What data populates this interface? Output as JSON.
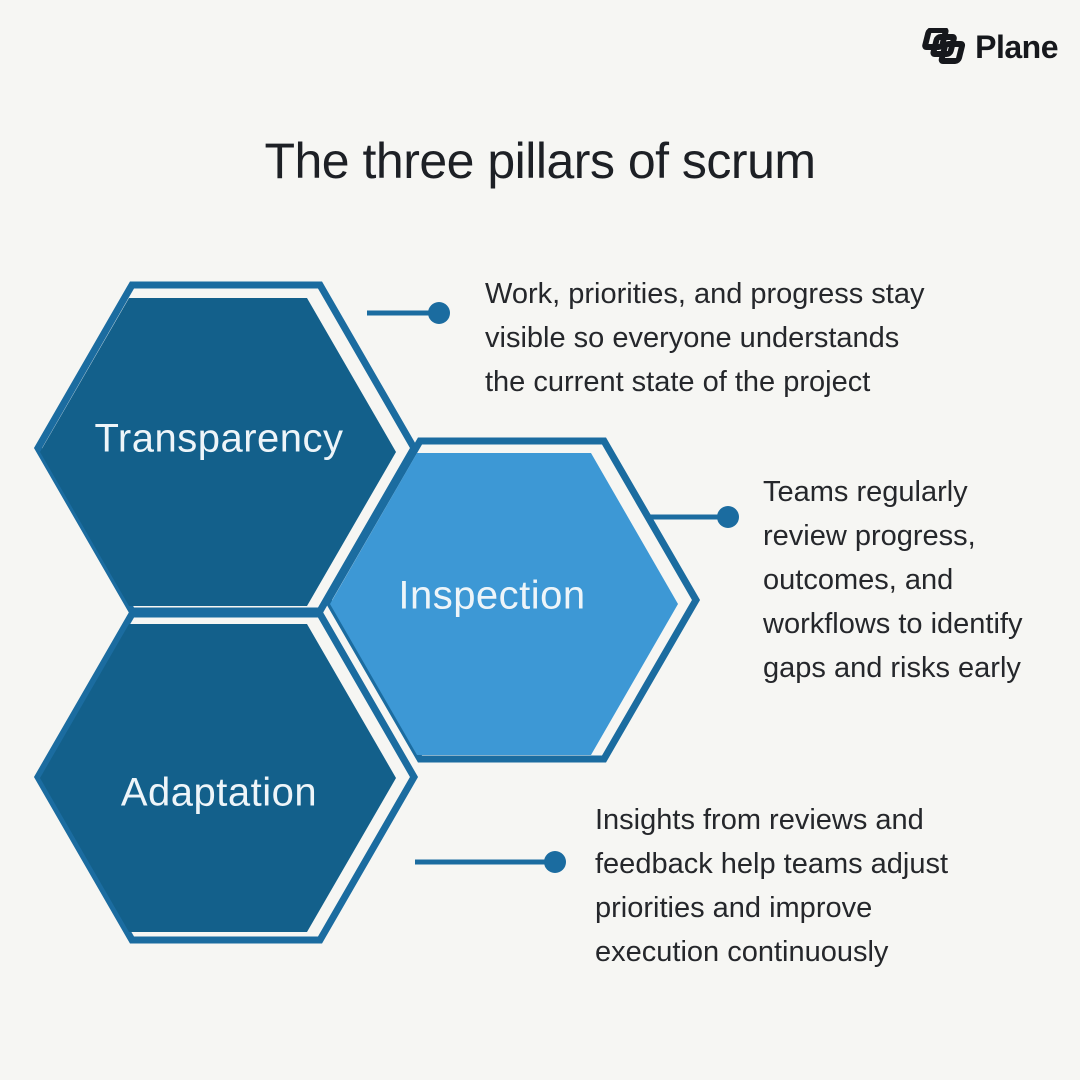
{
  "logo": {
    "text": "Plane"
  },
  "title": "The three pillars of scrum",
  "colors": {
    "background": "#f6f6f3",
    "hex_dark": "#13608b",
    "hex_light": "#3d98d5",
    "outline": "#1b6ca0",
    "connector": "#1b6ca0",
    "title_text": "#1d2025",
    "body_text": "#25272b",
    "label_text": "#eef5f9",
    "logo_black": "#16181c"
  },
  "pillars": [
    {
      "label": "Transparency",
      "description": "Work, priorities, and progress stay visible so everyone understands the current state of the project",
      "lines": [
        "Work, priorities, and progress stay",
        "visible so everyone understands",
        "the current state of the project"
      ]
    },
    {
      "label": "Inspection",
      "description": "Teams regularly review progress, outcomes, and workflows to identify gaps and risks early",
      "lines": [
        "Teams regularly",
        "review progress,",
        "outcomes, and",
        "workflows to identify",
        "gaps and risks early"
      ]
    },
    {
      "label": "Adaptation",
      "description": "Insights from reviews and feedback help teams adjust priorities and improve execution continuously",
      "lines": [
        "Insights from reviews and",
        "feedback help teams adjust",
        "priorities and improve",
        "execution continuously"
      ]
    }
  ]
}
